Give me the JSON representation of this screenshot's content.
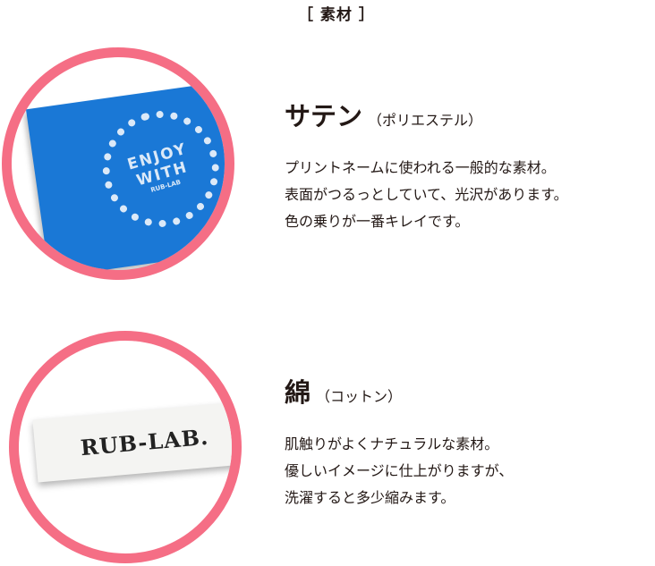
{
  "section_title": "［ 素材 ］",
  "accent_color": "#f56e85",
  "materials": [
    {
      "name": "サテン",
      "subtitle": "（ポリエステル）",
      "description": [
        "プリントネームに使われる一般的な素材。",
        "表面がつるっとしていて、光沢があります。",
        "色の乗りが一番キレイです。"
      ],
      "sample_text": [
        "ENJOY",
        "WITH",
        "RUB-LAB"
      ]
    },
    {
      "name": "綿",
      "subtitle": "（コットン）",
      "description": [
        "肌触りがよくナチュラルな素材。",
        "優しいイメージに仕上がりますが、",
        "洗濯すると多少縮みます。"
      ],
      "sample_text": [
        "RUB-LAB."
      ]
    }
  ]
}
